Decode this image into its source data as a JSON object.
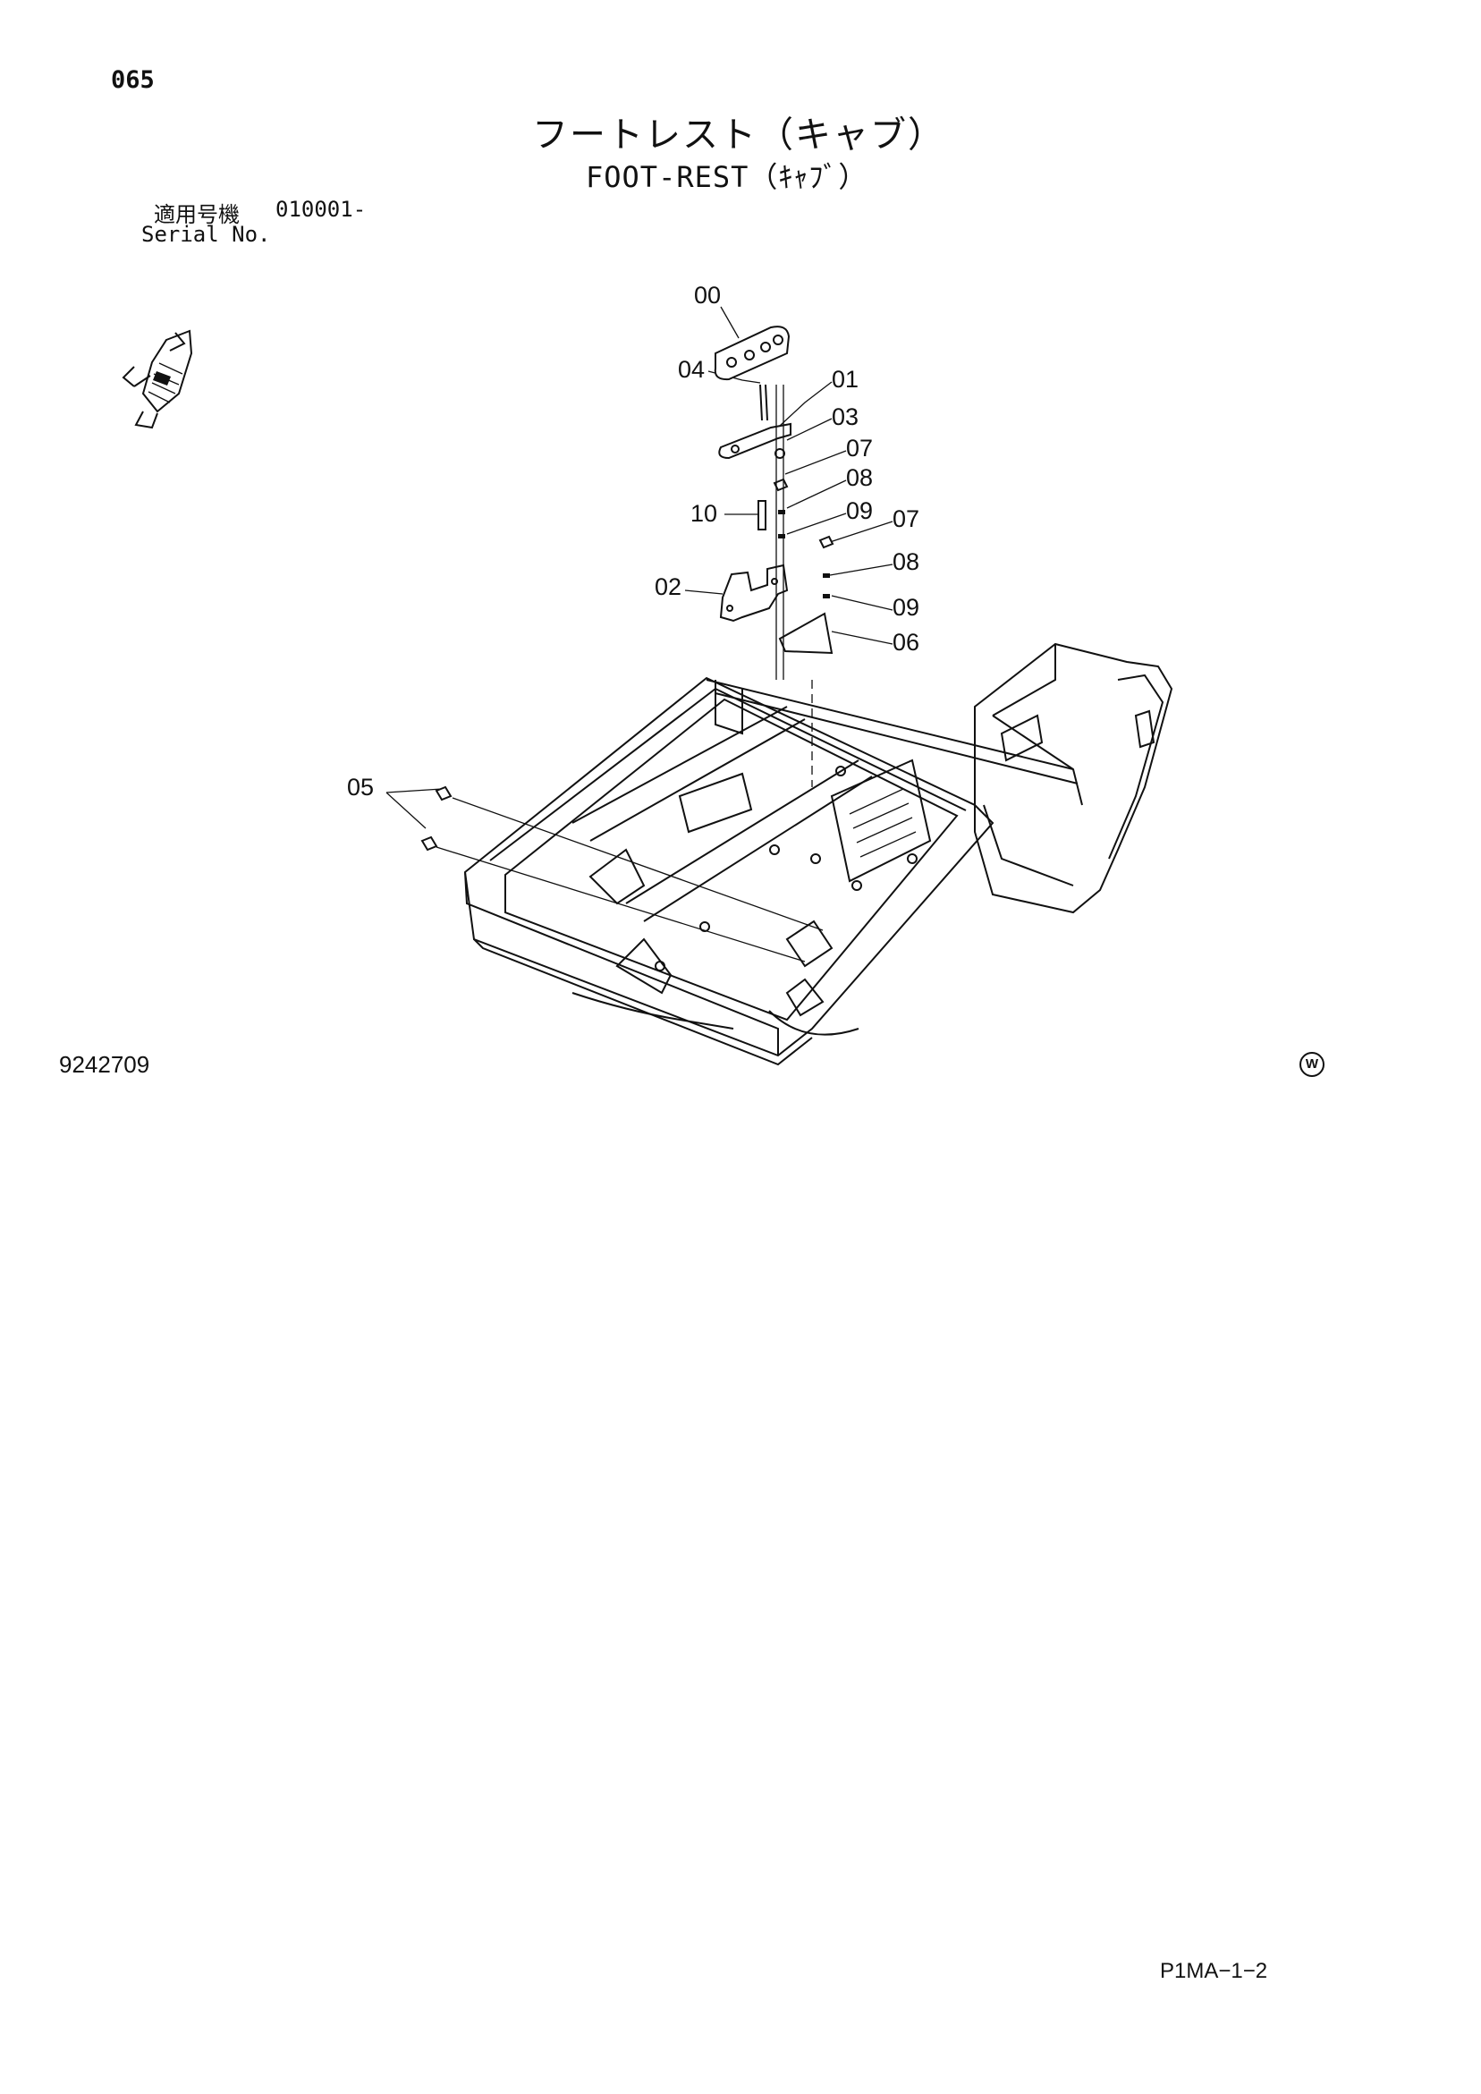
{
  "header": {
    "page_number": "065",
    "title_jp": "フートレスト（キャブ）",
    "title_en": "FOOT-REST（ｷｬﾌﾞ）",
    "serial_label_jp": "適用号機",
    "serial_value": "010001-",
    "serial_label_en": "Serial No."
  },
  "callouts": [
    "00",
    "04",
    "01",
    "03",
    "07",
    "08",
    "10",
    "09",
    "07",
    "02",
    "08",
    "09",
    "06",
    "05"
  ],
  "footer": {
    "drawing_number": "9242709",
    "w_mark": "W",
    "sheet_code": "P1MA−1−2"
  }
}
